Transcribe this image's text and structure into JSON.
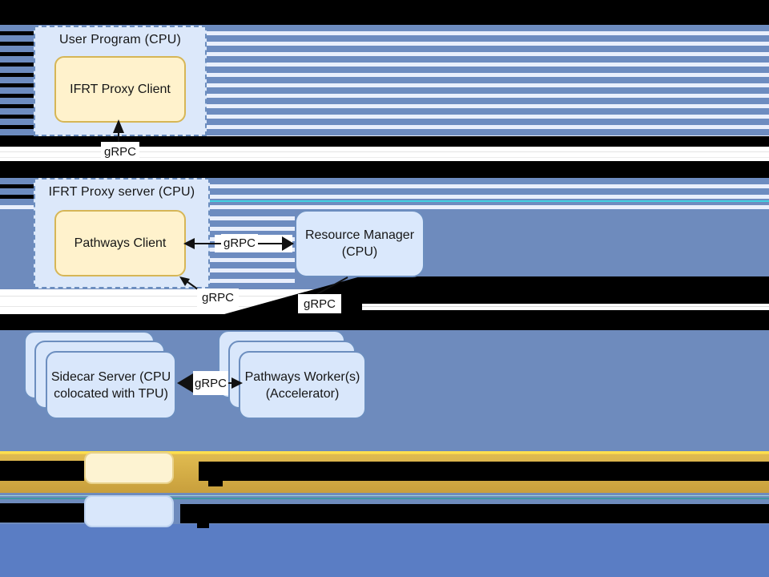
{
  "nodes": {
    "user_program": {
      "title": "User Program (CPU)",
      "inner": "IFRT Proxy Client"
    },
    "proxy_server": {
      "title": "IFRT Proxy server (CPU)",
      "inner": "Pathways Client"
    },
    "resource_manager": {
      "line1": "Resource Manager",
      "line2": "(CPU)"
    },
    "sidecar_stack": {
      "line1": "Sidecar Server (CPU",
      "line2": "colocated with TPU)"
    },
    "worker_stack": {
      "line1": "Pathways Worker(s)",
      "line2": "(Accelerator)"
    }
  },
  "edges": {
    "grpc_user_to_proxy": {
      "label": "gRPC"
    },
    "grpc_client_rm": {
      "label": "gRPC"
    },
    "grpc_proxy_down": {
      "label": "gRPC"
    },
    "grpc_rm_down": {
      "label": "gRPC"
    },
    "grpc_sidecar_worker": {
      "label": "gRPC"
    }
  },
  "legend": {
    "items": [
      {
        "swatch_color": "#fdf3d2",
        "redacted": true
      },
      {
        "swatch_color": "#d9e7fb",
        "redacted": true
      }
    ]
  },
  "colors": {
    "accent_blue_fill": "#dae8fc",
    "accent_blue_border": "#6c8ebf",
    "accent_yellow_fill": "#fff2cc",
    "accent_yellow_border": "#d6b656",
    "stripe_blue": "#6d8cc0",
    "stripe_light": "#e9effc",
    "canvas_blue": "#6e8bbd",
    "bottom_blue": "#5a7dc4",
    "gold_band": "#c89f3c",
    "gold_highlight": "#ffdf4e",
    "cyan_line": "#41d0e0",
    "teal_line": "#3f98a3"
  }
}
